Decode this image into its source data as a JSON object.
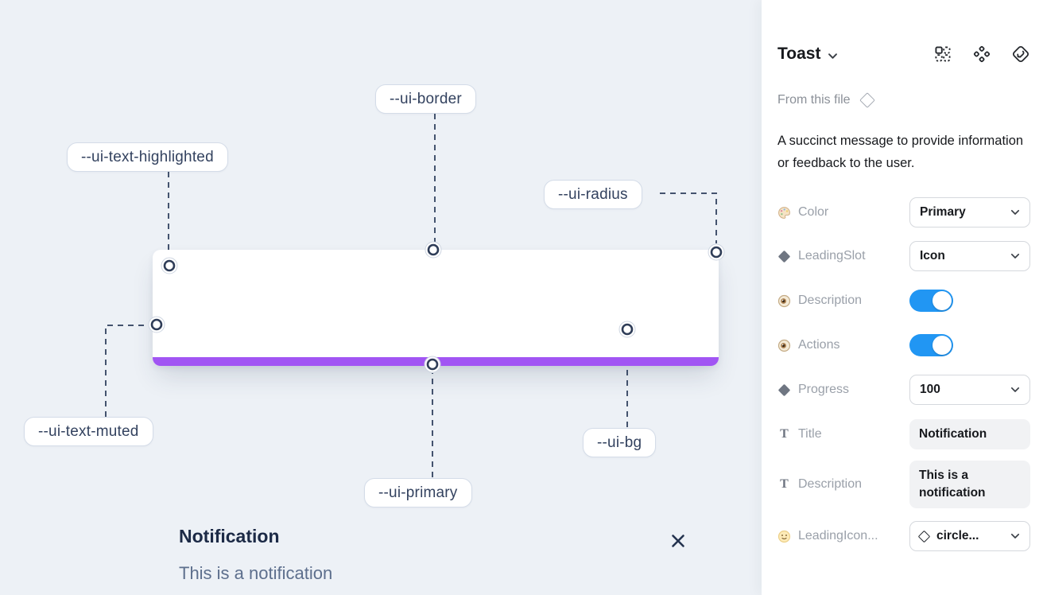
{
  "canvas": {
    "toast": {
      "title": "Notification",
      "description": "This is a notification",
      "close_icon": "x-close-icon",
      "progress_color": "#a155f3"
    },
    "labels": [
      {
        "text": "--ui-border"
      },
      {
        "text": "--ui-text-highlighted"
      },
      {
        "text": "--ui-radius"
      },
      {
        "text": "--ui-text-muted"
      },
      {
        "text": "--ui-primary"
      },
      {
        "text": "--ui-bg"
      }
    ],
    "background_color": "#edf1f6"
  },
  "panel": {
    "title": "Toast",
    "source_label": "From this file",
    "description": "A succinct message to provide information or feedback to the user.",
    "header_icons": [
      "variant-grid-icon",
      "components-icon",
      "swap-instance-icon"
    ],
    "properties": [
      {
        "label": "Color",
        "type": "dropdown",
        "value": "Primary",
        "icon": "palette-icon"
      },
      {
        "label": "LeadingSlot",
        "type": "dropdown",
        "value": "Icon",
        "icon": "diamond-icon"
      },
      {
        "label": "Description",
        "type": "toggle",
        "value": "on",
        "icon": "eye-icon"
      },
      {
        "label": "Actions",
        "type": "toggle",
        "value": "on",
        "icon": "eye-icon"
      },
      {
        "label": "Progress",
        "type": "dropdown",
        "value": "100",
        "icon": "diamond-icon"
      },
      {
        "label": "Title",
        "type": "text",
        "value": "Notification",
        "icon": "text-icon"
      },
      {
        "label": "Description",
        "type": "text",
        "value": "This is a notification",
        "icon": "text-icon"
      },
      {
        "label": "LeadingIcon...",
        "type": "icon-dropdown",
        "value": "circle...",
        "icon": "smiley-icon"
      }
    ],
    "colors": {
      "toggle_on": "#2196f3",
      "accent_primary": "#a155f3"
    }
  }
}
